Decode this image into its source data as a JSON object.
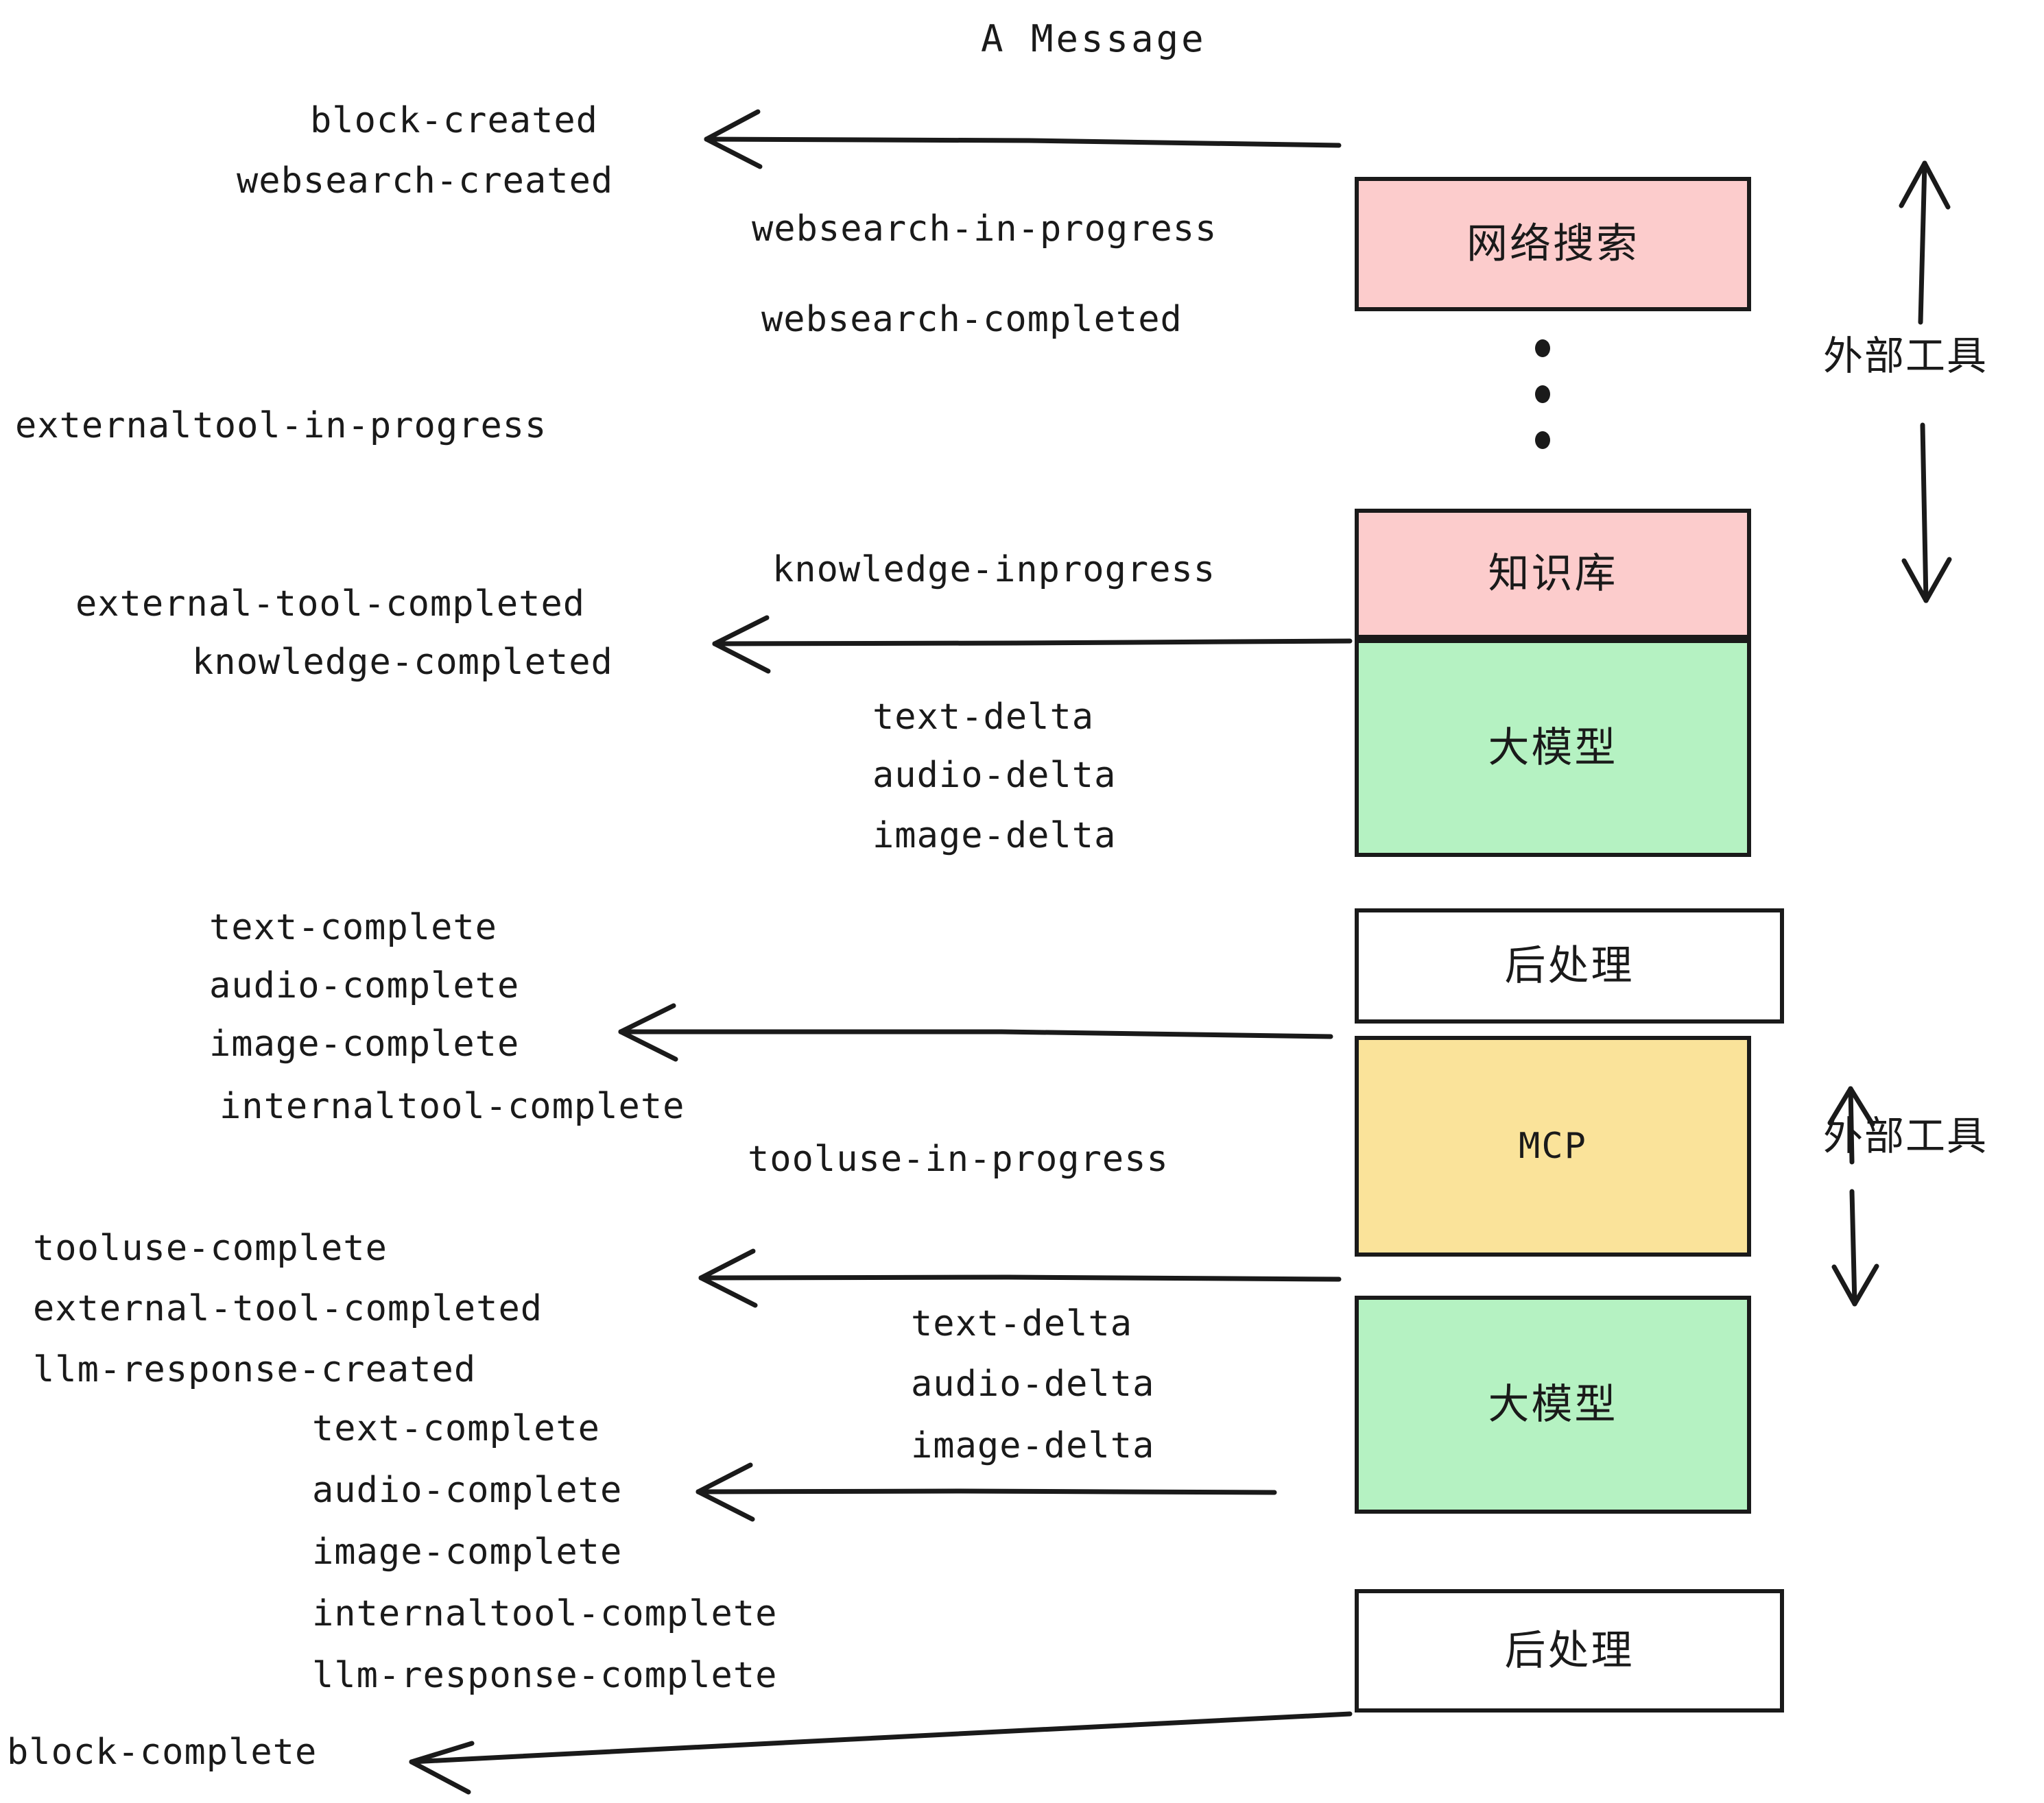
{
  "title": "A Message",
  "events": {
    "block_created": "block-created",
    "websearch_created": "websearch-created",
    "websearch_in_progress": "websearch-in-progress",
    "websearch_completed": "websearch-completed",
    "externaltool_in_progress": "externaltool-in-progress",
    "knowledge_inprogress": "knowledge-inprogress",
    "external_tool_completed_1": "external-tool-completed",
    "knowledge_completed": "knowledge-completed",
    "text_delta_1": "text-delta",
    "audio_delta_1": "audio-delta",
    "image_delta_1": "image-delta",
    "text_complete_1": "text-complete",
    "audio_complete_1": "audio-complete",
    "image_complete_1": "image-complete",
    "internaltool_complete_1": "internaltool-complete",
    "tooluse_in_progress": "tooluse-in-progress",
    "tooluse_complete": "tooluse-complete",
    "external_tool_completed_2": "external-tool-completed",
    "llm_response_created": "llm-response-created",
    "text_delta_2": "text-delta",
    "audio_delta_2": "audio-delta",
    "image_delta_2": "image-delta",
    "text_complete_2": "text-complete",
    "audio_complete_2": "audio-complete",
    "image_complete_2": "image-complete",
    "internaltool_complete_2": "internaltool-complete",
    "llm_response_complete": "llm-response-complete",
    "block_complete": "block-complete"
  },
  "nodes": {
    "websearch": "网络搜索",
    "knowledge": "知识库",
    "llm_1": "大模型",
    "postprocess_1": "后处理",
    "mcp": "MCP",
    "llm_2": "大模型",
    "postprocess_2": "后处理"
  },
  "side_labels": {
    "external_tool_top": "外部工具",
    "external_tool_bottom": "外部工具"
  },
  "colors": {
    "pink": "#fccccc",
    "green": "#b5f2c2",
    "yellow": "#fae39a",
    "white": "#ffffff",
    "stroke": "#1a1a1a",
    "text": "#1a1a1a"
  }
}
